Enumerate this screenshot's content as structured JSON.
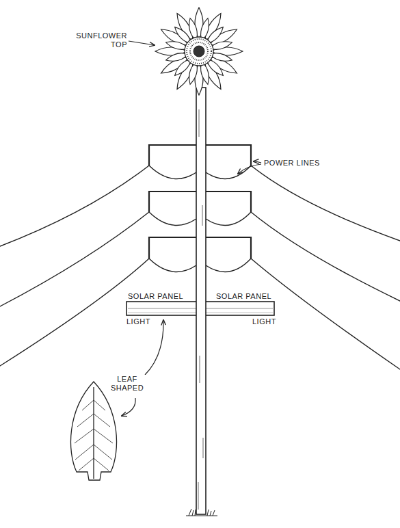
{
  "diagram": {
    "labels": [
      "SUNFLOWER TOP",
      "POWER LINES",
      "SOLAR PANEL",
      "SOLAR PANEL",
      "LIGHT",
      "LIGHT",
      "LEAF SHAPED"
    ]
  }
}
